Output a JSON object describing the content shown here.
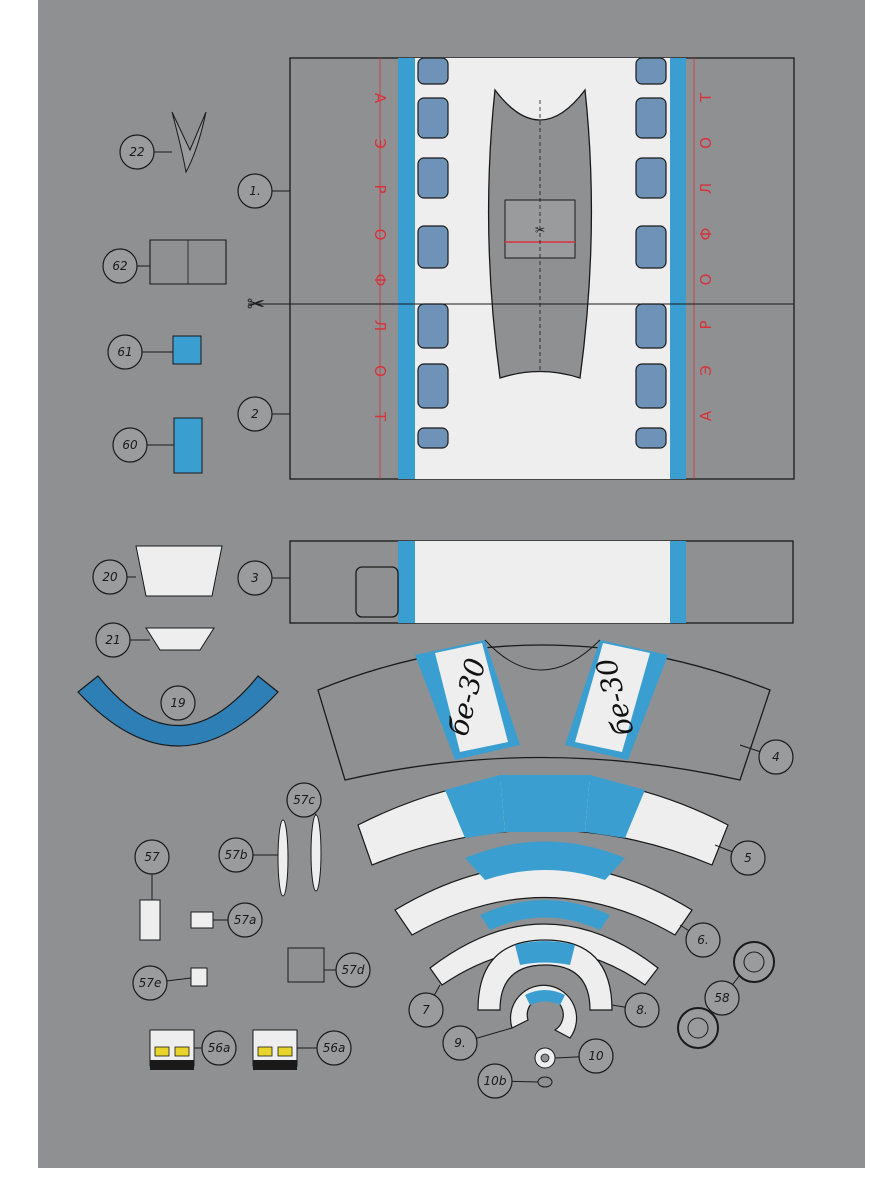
{
  "colors": {
    "sheet": "#8f9092",
    "stripe_blue": "#3a9fd0",
    "window_blue": "#6f93b8",
    "paper": "#eeeeee",
    "red_text": "#d8323a",
    "yellow_light": "#e8d42a"
  },
  "part_labels": {
    "p1": "1.",
    "p2": "2",
    "p3": "3",
    "p4": "4",
    "p5": "5",
    "p6": "6.",
    "p7": "7",
    "p8": "8.",
    "p9": "9.",
    "p10": "10",
    "p10b": "10b",
    "p19": "19",
    "p20": "20",
    "p21": "21",
    "p22": "22",
    "p56a_left": "56a",
    "p56a_right": "56a",
    "p57": "57",
    "p57a": "57a",
    "p57b": "57b",
    "p57c": "57c",
    "p57d": "57d",
    "p57e": "57e",
    "p58": "58",
    "p60": "60",
    "p61": "61",
    "p62": "62"
  },
  "airline_letters_left": [
    "А",
    "Э",
    "Р",
    "О",
    "Ф",
    "Л",
    "О",
    "Т"
  ],
  "airline_letters_right": [
    "А",
    "Э",
    "Р",
    "О",
    "Ф",
    "Л",
    "О",
    "Т"
  ],
  "registration_left": "бе-30",
  "registration_right": "бе-30",
  "scissors_icon": "scissors-icon"
}
